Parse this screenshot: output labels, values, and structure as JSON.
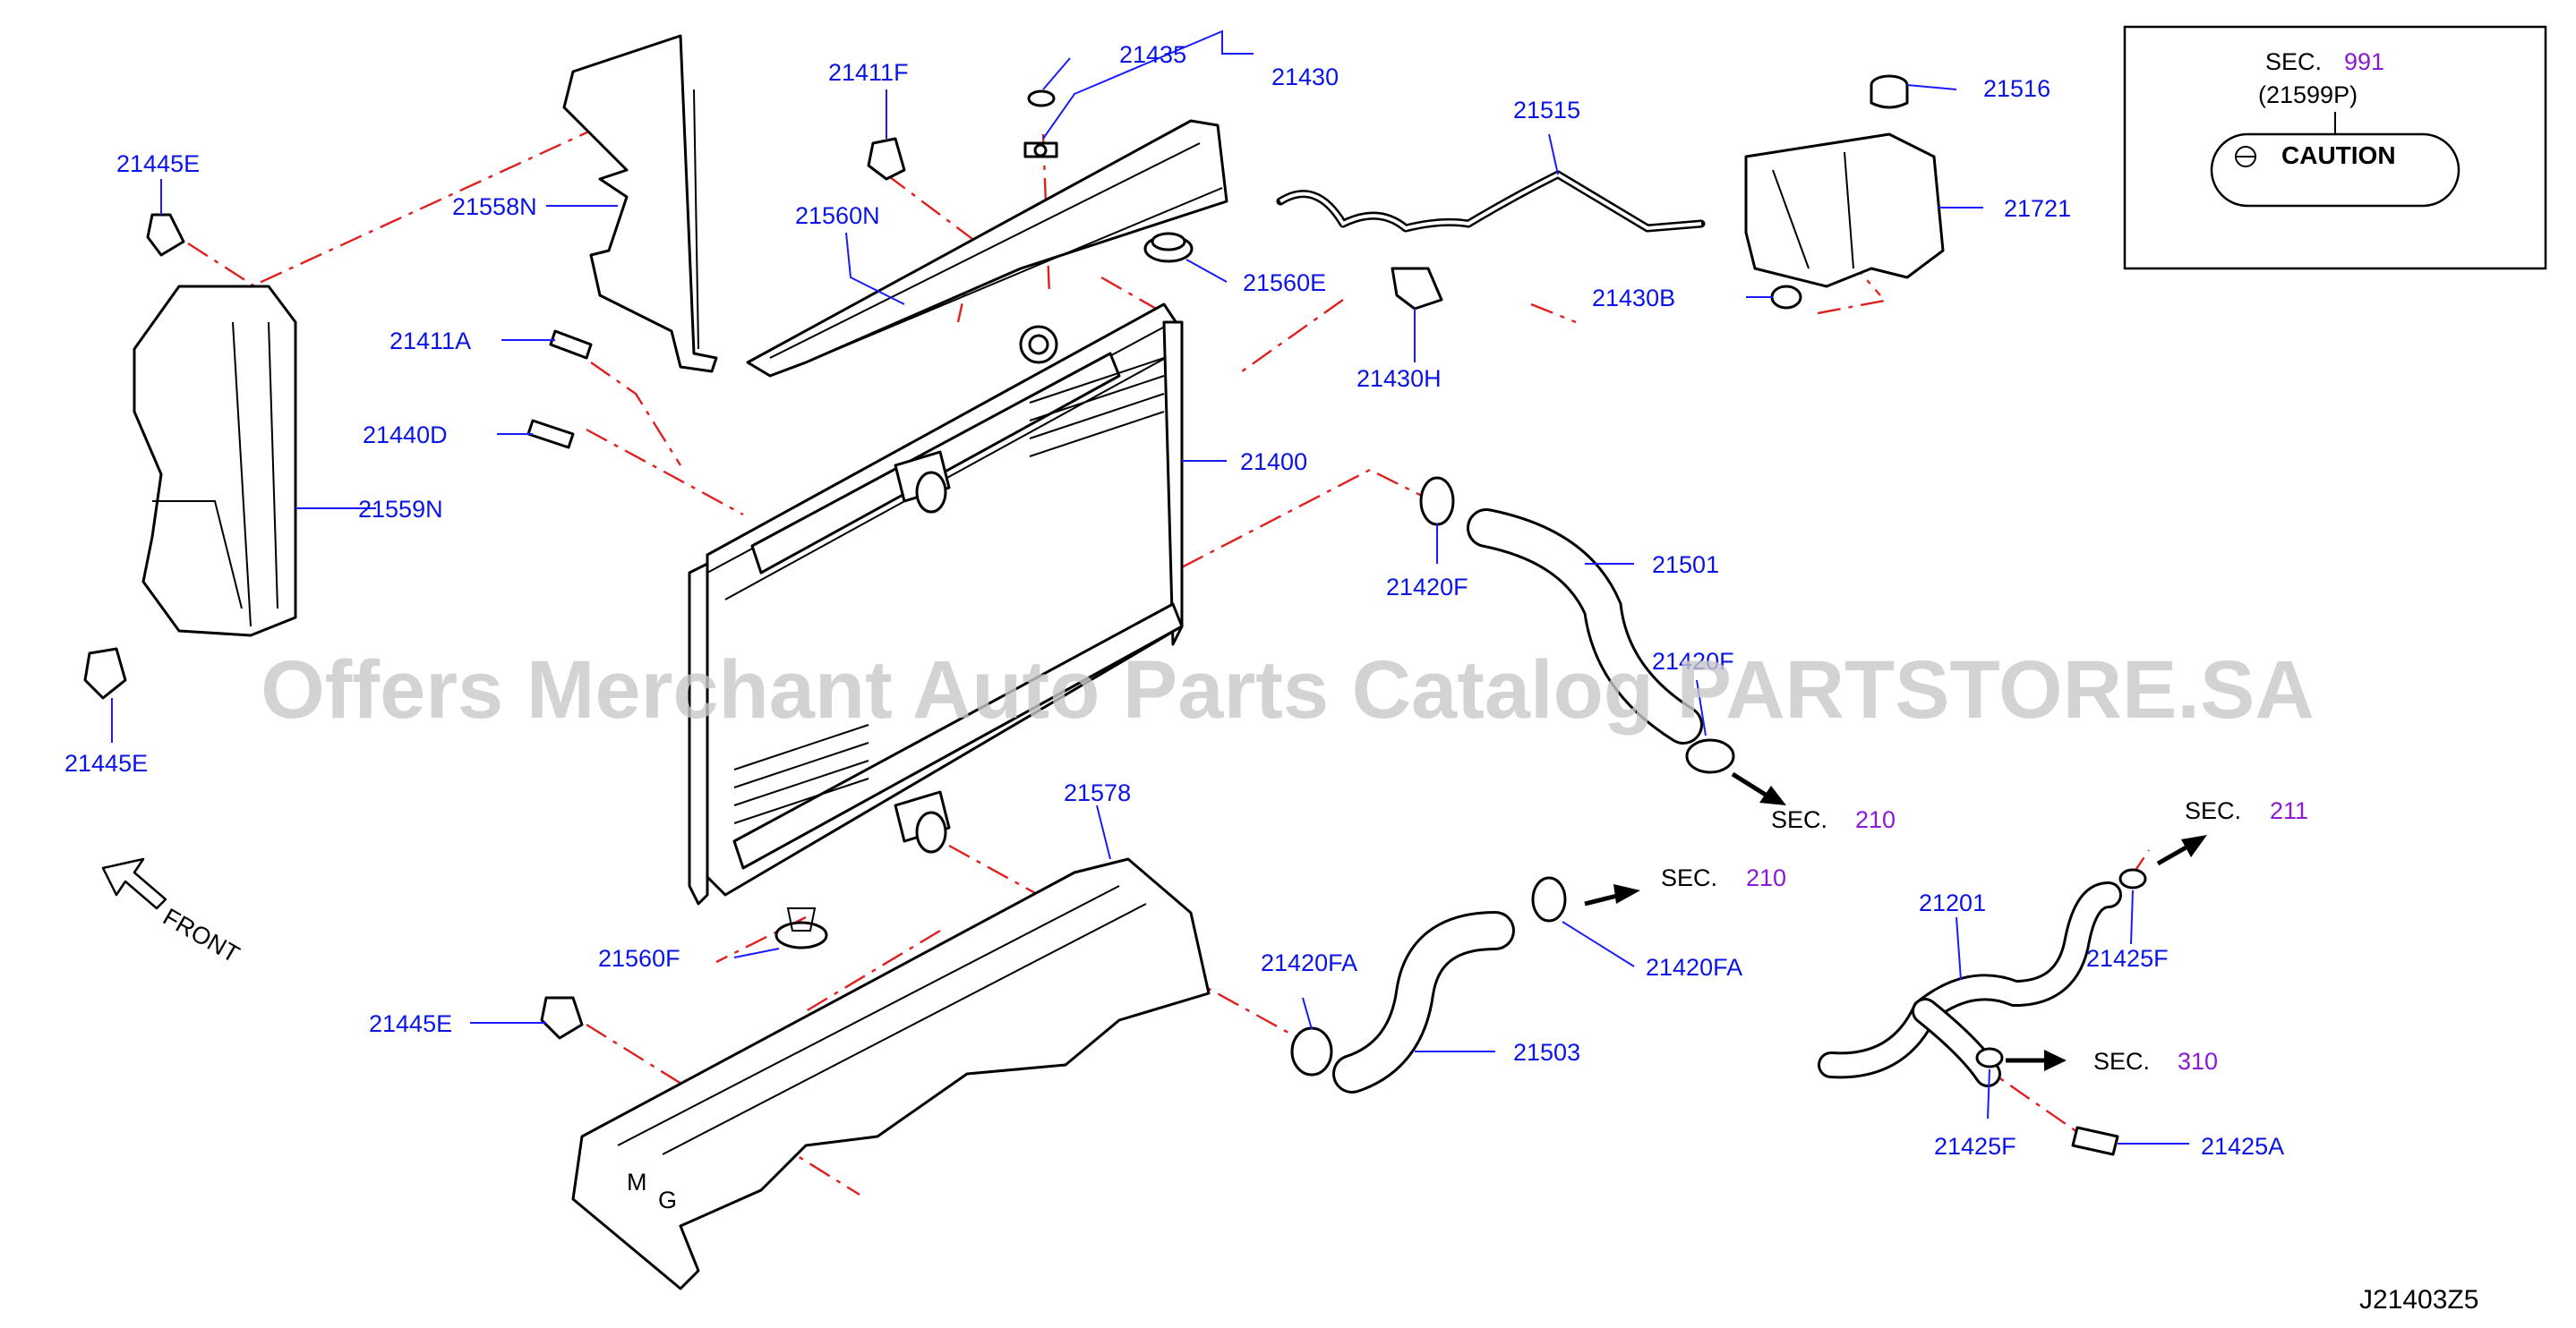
{
  "watermark": "Offers Merchant Auto Parts Catalog PARTSTORE.SA",
  "diagram_code": "J21403Z5",
  "front_label": "FRONT",
  "sec_prefix": "SEC.",
  "caution_box": {
    "sec_number": "991",
    "part_ref": "(21599P)",
    "caution_text": "CAUTION"
  },
  "sec_refs": [
    {
      "id": "sec-210-a",
      "number": "210"
    },
    {
      "id": "sec-210-b",
      "number": "210"
    },
    {
      "id": "sec-211",
      "number": "211"
    },
    {
      "id": "sec-310",
      "number": "310"
    }
  ],
  "labels": [
    {
      "id": "21445E-top",
      "text": "21445E"
    },
    {
      "id": "21558N",
      "text": "21558N"
    },
    {
      "id": "21411F",
      "text": "21411F"
    },
    {
      "id": "21435",
      "text": "21435"
    },
    {
      "id": "21430",
      "text": "21430"
    },
    {
      "id": "21515",
      "text": "21515"
    },
    {
      "id": "21516",
      "text": "21516"
    },
    {
      "id": "21721",
      "text": "21721"
    },
    {
      "id": "21560N",
      "text": "21560N"
    },
    {
      "id": "21560E",
      "text": "21560E"
    },
    {
      "id": "21430B",
      "text": "21430B"
    },
    {
      "id": "21411A",
      "text": "21411A"
    },
    {
      "id": "21430H",
      "text": "21430H"
    },
    {
      "id": "21440D",
      "text": "21440D"
    },
    {
      "id": "21400",
      "text": "21400"
    },
    {
      "id": "21559N",
      "text": "21559N"
    },
    {
      "id": "21501",
      "text": "21501"
    },
    {
      "id": "21420F-a",
      "text": "21420F"
    },
    {
      "id": "21420F-b",
      "text": "21420F"
    },
    {
      "id": "21445E-mid",
      "text": "21445E"
    },
    {
      "id": "21578",
      "text": "21578"
    },
    {
      "id": "21560F",
      "text": "21560F"
    },
    {
      "id": "21201",
      "text": "21201"
    },
    {
      "id": "21425F-a",
      "text": "21425F"
    },
    {
      "id": "21420FA-a",
      "text": "21420FA"
    },
    {
      "id": "21420FA-b",
      "text": "21420FA"
    },
    {
      "id": "21445E-low",
      "text": "21445E"
    },
    {
      "id": "21503",
      "text": "21503"
    },
    {
      "id": "21425F-b",
      "text": "21425F"
    },
    {
      "id": "21425A",
      "text": "21425A"
    }
  ],
  "colors": {
    "label": "#0a14e6",
    "sec_number": "#8a1ad6",
    "dash_line": "#e02020",
    "line_art": "#000000"
  }
}
